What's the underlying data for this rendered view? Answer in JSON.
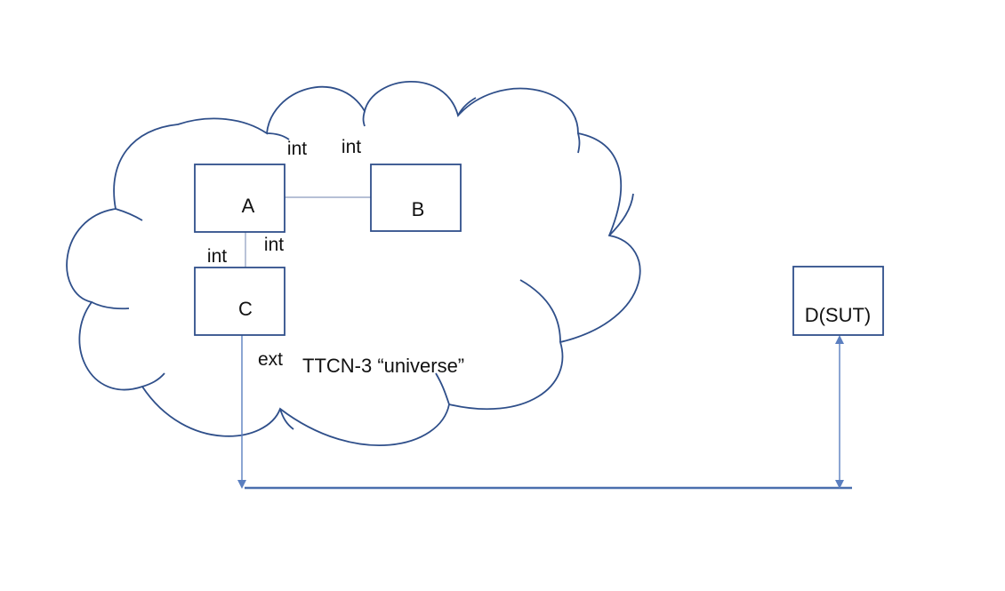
{
  "diagram": {
    "cloud_label": "TTCN-3 “universe”",
    "components": [
      {
        "id": "A",
        "label": "A"
      },
      {
        "id": "B",
        "label": "B"
      },
      {
        "id": "C",
        "label": "C"
      },
      {
        "id": "D",
        "label": "D(SUT)"
      }
    ],
    "port_labels": {
      "a_top": "int",
      "b_top": "int",
      "a_bottom": "int",
      "c_top": "int",
      "c_ext": "ext"
    },
    "colors": {
      "cloud_stroke": "#2f4f8a",
      "box_stroke": "#2f4f8a",
      "connector": "#5b7fc0",
      "text": "#111111"
    }
  }
}
